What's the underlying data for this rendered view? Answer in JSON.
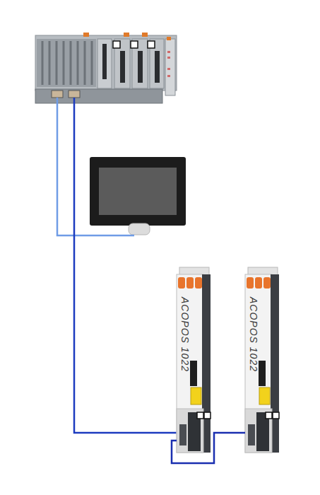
{
  "diagram": {
    "nodes": [
      {
        "text": [
          "ACOPOS 1022"
        ]
      },
      {
        "text": [
          "ACOPOS 1022"
        ]
      }
    ],
    "edges": [
      {
        "from": 0,
        "to": 1,
        "arrow": "none"
      }
    ]
  }
}
